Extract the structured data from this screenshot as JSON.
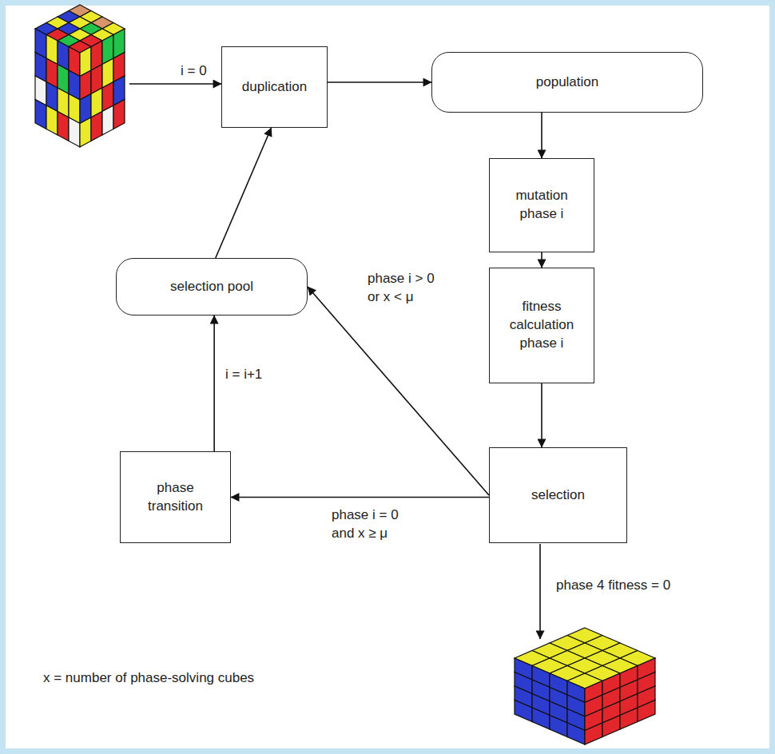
{
  "diagram": {
    "nodes": [
      {
        "text": [
          "duplication"
        ]
      },
      {
        "text": [
          "population"
        ]
      },
      {
        "text": [
          "mutation phase i"
        ]
      },
      {
        "text": [
          "fitness calculation phase i"
        ]
      },
      {
        "text": [
          "selection pool"
        ]
      },
      {
        "text": [
          "phase transition"
        ]
      },
      {
        "text": [
          "selection"
        ]
      }
    ],
    "edges": [
      {
        "from": 0,
        "to": 1,
        "arrow": "to"
      },
      {
        "from": 1,
        "to": 2,
        "arrow": "to"
      },
      {
        "from": 2,
        "to": 3,
        "arrow": "to"
      },
      {
        "from": 3,
        "to": 6,
        "arrow": "to"
      },
      {
        "from": 6,
        "to": 4,
        "label": "phase i > 0 or x < μ",
        "arrow": "to"
      },
      {
        "from": 6,
        "to": 5,
        "label": "phase i = 0 and x ≥ μ",
        "arrow": "to"
      },
      {
        "from": 5,
        "to": 4,
        "label": "i = i+1",
        "arrow": "to"
      },
      {
        "from": 4,
        "to": 0,
        "arrow": "to"
      }
    ],
    "labels": [
      "i = 0",
      "phase 4 fitness = 0",
      "x = number of phase-solving cubes"
    ]
  }
}
